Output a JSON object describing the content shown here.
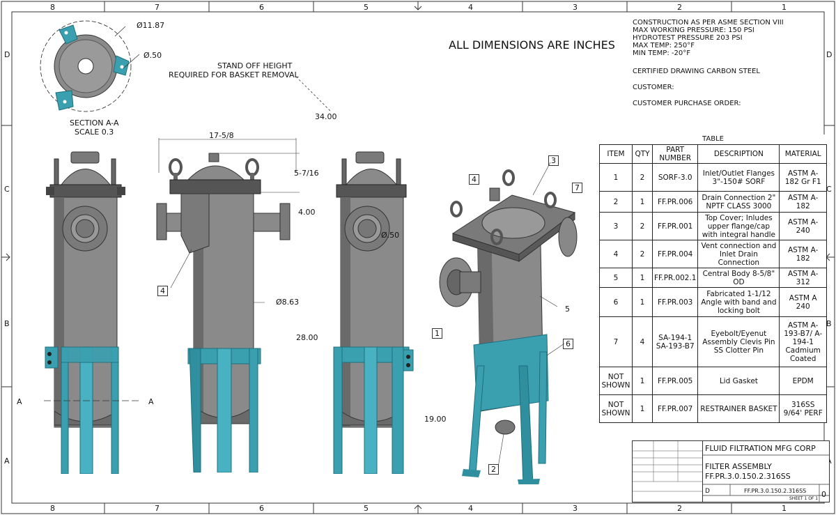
{
  "border": {
    "columns": [
      "8",
      "7",
      "6",
      "5",
      "4",
      "3",
      "2",
      "1"
    ],
    "rows": [
      "D",
      "C",
      "B",
      "A"
    ]
  },
  "notes": {
    "general": "ALL DIMENSIONS ARE INCHES",
    "lines": [
      "CONSTRUCTION AS PER ASME SECTION VIII",
      "MAX WORKING PRESSURE: 150 PSI",
      "HYDROTEST PRESSURE 203 PSI",
      "MAX TEMP: 250°F",
      "MIN TEMP: -20°F"
    ],
    "certified": "CERTIFIED DRAWING CARBON STEEL",
    "customer": "CUSTOMER:",
    "purchase_order": "CUSTOMER PURCHASE ORDER:"
  },
  "section_view": {
    "label": "SECTION A-A",
    "scale": "SCALE 0.3",
    "dim_diameter": "Ø11.87",
    "dim_hole": "Ø.50"
  },
  "standoff": {
    "line1": "STAND OFF HEIGHT",
    "line2": "REQUIRED FOR BASKET REMOVAL",
    "value": "34.00"
  },
  "dimensions": {
    "width": "17-5/8",
    "top": "5-7/16",
    "nozzle": "4.00",
    "hole": "Ø.50",
    "body_dia": "Ø8.63",
    "height": "28.00",
    "leg": "19.00",
    "section_a_left": "A",
    "section_a_right": "A"
  },
  "callouts": [
    "1",
    "2",
    "3",
    "4",
    "5",
    "6",
    "7"
  ],
  "bom": {
    "title": "TABLE",
    "headers": [
      "ITEM",
      "QTY",
      "PART NUMBER",
      "DESCRIPTION",
      "MATERIAL"
    ],
    "rows": [
      {
        "item": "1",
        "qty": "2",
        "part": "SORF-3.0",
        "desc": "Inlet/Outlet Flanges 3\"-150# SORF",
        "mat": "ASTM A-182 Gr F1"
      },
      {
        "item": "2",
        "qty": "1",
        "part": "FF.PR.006",
        "desc": "Drain Connection 2\" NPTF CLASS 3000",
        "mat": "ASTM A-182"
      },
      {
        "item": "3",
        "qty": "2",
        "part": "FF.PR.001",
        "desc": "Top Cover; Inludes upper flange/cap with integral handle",
        "mat": "ASTM A-240"
      },
      {
        "item": "4",
        "qty": "2",
        "part": "FF.PR.004",
        "desc": "Vent connection and Inlet Drain Connection",
        "mat": "ASTM A-182"
      },
      {
        "item": "5",
        "qty": "1",
        "part": "FF.PR.002.1",
        "desc": "Central Body 8-5/8\" OD",
        "mat": "ASTM A-312"
      },
      {
        "item": "6",
        "qty": "1",
        "part": "FF.PR.003",
        "desc": "Fabricated 1-1/12 Angle with band and locking bolt",
        "mat": "ASTM A 240"
      },
      {
        "item": "7",
        "qty": "4",
        "part": "SA-194-1 SA-193-B7",
        "desc": "Eyebolt/Eyenut Assembly Clevis Pin SS Clotter Pin",
        "mat": "ASTM A-193-B7/ A-194-1 Cadmium Coated"
      },
      {
        "item": "NOT SHOWN",
        "qty": "1",
        "part": "FF.PR.005",
        "desc": "Lid Gasket",
        "mat": "EPDM"
      },
      {
        "item": "NOT SHOWN",
        "qty": "1",
        "part": "FF.PR.007",
        "desc": "RESTRAINER BASKET",
        "mat": "316SS 9/64' PERF"
      }
    ]
  },
  "title_block": {
    "company": "FLUID FILTRATION MFG CORP",
    "title": "FILTER ASSEMBLY",
    "dwg_no": "FF.PR.3.0.150.2.316SS",
    "size": "D",
    "rev": "0",
    "sheet": "SHEET 1 OF 1",
    "dwg_no_small": "FF.PR.3.0.150.2.316SS"
  },
  "colors": {
    "steel": "#7a7a7a",
    "steel_dark": "#4a4a4a",
    "teal": "#3aa0b0",
    "teal_dark": "#1f6f7c"
  }
}
